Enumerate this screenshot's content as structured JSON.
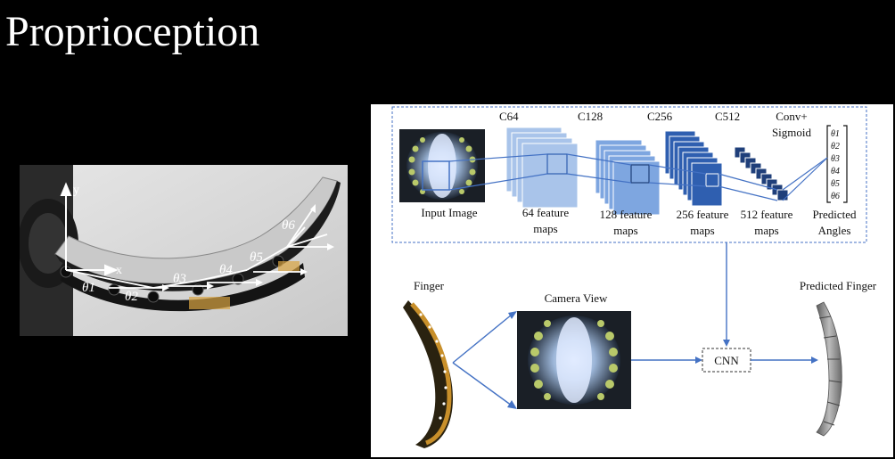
{
  "slide": {
    "title": "Proprioception"
  },
  "photo": {
    "axis_x": "x",
    "axis_y": "y",
    "angles": [
      "θ1",
      "θ2",
      "θ3",
      "θ4",
      "θ5",
      "θ6"
    ]
  },
  "network": {
    "input_label": "Input Image",
    "layers": [
      {
        "name": "C64",
        "label_line1": "64 feature",
        "label_line2": "maps"
      },
      {
        "name": "C128",
        "label_line1": "128 feature",
        "label_line2": "maps"
      },
      {
        "name": "C256",
        "label_line1": "256 feature",
        "label_line2": "maps"
      },
      {
        "name": "C512",
        "label_line1": "512 feature",
        "label_line2": "maps"
      }
    ],
    "output_name_line1": "Conv+",
    "output_name_line2": "Sigmoid",
    "output_label_line1": "Predicted",
    "output_label_line2": "Angles",
    "vector": [
      "θ1",
      "θ2",
      "θ3",
      "θ4",
      "θ5",
      "θ6"
    ]
  },
  "pipeline": {
    "finger_label": "Finger",
    "camera_label": "Camera View",
    "cnn_label": "CNN",
    "predicted_label": "Predicted Finger"
  },
  "colors": {
    "arrow_blue": "#4472c4",
    "layer_light": "#a9c4ea",
    "layer_mid": "#7ea6e0",
    "layer_dark": "#2f5fb0",
    "layer_darkest": "#1f3f7a"
  }
}
